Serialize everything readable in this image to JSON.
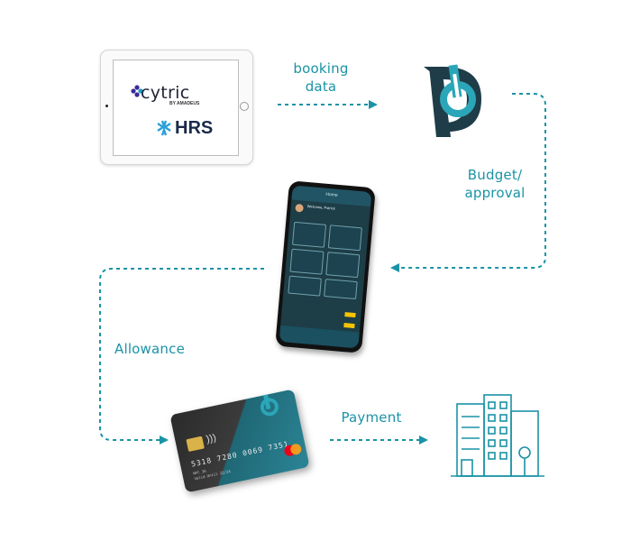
{
  "flow": {
    "booking_label_1": "booking",
    "booking_label_2": "data",
    "budget_label_1": "Budget/",
    "budget_label_2": "approval",
    "allowance_label": "Allowance",
    "payment_label": "Payment"
  },
  "tablet": {
    "brand_1": "cytric",
    "brand_1_sub": "BY AMADEUS",
    "brand_2": "HRS"
  },
  "phone": {
    "screen_title": "Home",
    "welcome": "Welcome, Patrick"
  },
  "card": {
    "number": "5318 7280 0069 7351",
    "small": "NFC 36",
    "name": "Valid Until 22/24"
  },
  "colors": {
    "accent": "#1a93a6",
    "logo_dark": "#1e3d48",
    "logo_teal": "#2aa6b8"
  },
  "icons": {
    "brand_logo": "p-logo-icon",
    "building": "building-icon"
  }
}
